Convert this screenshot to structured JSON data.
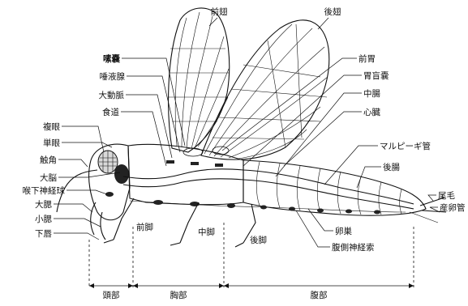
{
  "labels": {
    "forewing": "前翅",
    "hindwing": "後翅",
    "crop": "嗉嚢",
    "salivary_gland": "唾液腺",
    "aorta": "大動脈",
    "esophagus": "食道",
    "compound_eye": "複眼",
    "ocellus": "単眼",
    "antenna": "触角",
    "brain": "大脳",
    "subesophageal_ganglion": "喉下神経球",
    "maxillary_palp": "大腮",
    "labial_palp": "小腮",
    "labium": "下唇",
    "proventriculus": "前胃",
    "gastric_caeca": "胃盲嚢",
    "midgut": "中腸",
    "heart": "心臓",
    "malpighian_tubules": "マルピーギ管",
    "hindgut": "後腸",
    "cercus": "尾毛",
    "ovipositor": "産卵管",
    "ovary": "卵巣",
    "ventral_nerve_cord": "腹側神経索",
    "foreleg": "前脚",
    "midleg": "中脚",
    "hindleg": "後脚"
  },
  "regions": {
    "head": "頭部",
    "thorax": "胸部",
    "abdomen": "腹部"
  }
}
